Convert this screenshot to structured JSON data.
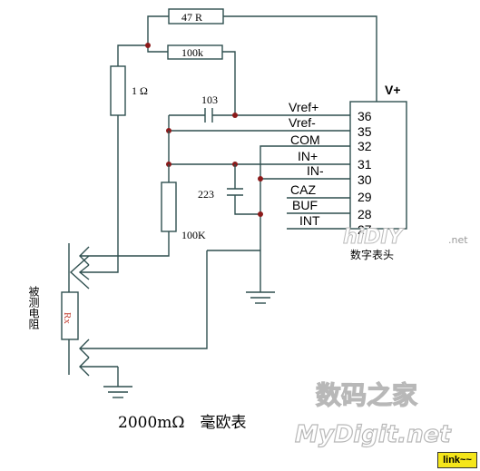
{
  "components": {
    "r1_label": "47 R",
    "r2_label": "100k",
    "r3_label": "1 Ω",
    "c1_label": "103",
    "c2_label": "223",
    "r4_label": "100K",
    "rx_label": "Rx",
    "rx_vertical_label": "被测电阻"
  },
  "ic": {
    "vplus": "V+",
    "meter_label": "数字表头",
    "pins": [
      {
        "name": "Vref+",
        "num": "36"
      },
      {
        "name": "Vref-",
        "num": "35"
      },
      {
        "name": "COM",
        "num": "32"
      },
      {
        "name": "IN+",
        "num": "31"
      },
      {
        "name": "IN-",
        "num": "30"
      },
      {
        "name": "CAZ",
        "num": "29"
      },
      {
        "name": "BUF",
        "num": "28"
      },
      {
        "name": "INT",
        "num": "27"
      }
    ]
  },
  "caption": "2000mΩ　毫欧表",
  "watermarks": {
    "hiddiy": "hiDIY",
    "hiddiy_suffix": ".net",
    "cn_site": "数码之家",
    "mydigit": "MyDigit.net",
    "link": "link~~"
  }
}
